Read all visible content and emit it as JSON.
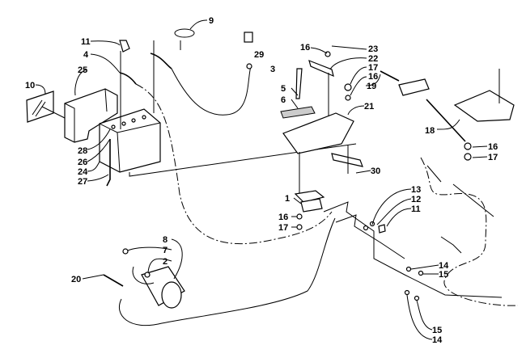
{
  "diagram": {
    "callouts": [
      "9",
      "11",
      "4",
      "29",
      "3",
      "25",
      "10",
      "28",
      "26",
      "24",
      "27",
      "16",
      "23",
      "22",
      "17",
      "16",
      "19",
      "5",
      "6",
      "21",
      "18",
      "16",
      "17",
      "30",
      "1",
      "13",
      "12",
      "11",
      "16",
      "17",
      "8",
      "7",
      "2",
      "20",
      "14",
      "15",
      "15",
      "14"
    ]
  }
}
